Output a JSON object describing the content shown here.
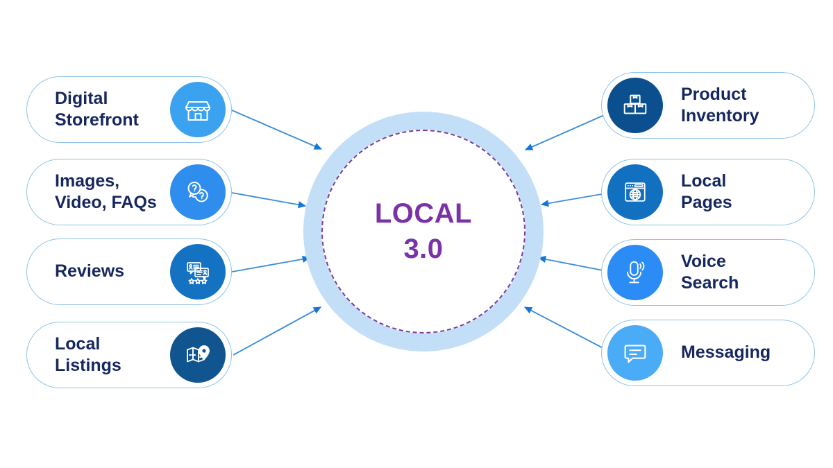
{
  "hub": {
    "line1": "LOCAL",
    "line2": "3.0",
    "text_color": "#7b31a8",
    "ring_color": "#c3dff8",
    "dash_color": "#7b3a9e"
  },
  "theme": {
    "background": "#ffffff",
    "pill_border": "#8ec3e8",
    "pill_fill": "#ffffff",
    "label_color": "#16275f",
    "connector_color": "#2b7fd4"
  },
  "left_items": [
    {
      "label": "Digital\nStorefront",
      "icon": "storefront-icon",
      "icon_color": "#3ba2f0"
    },
    {
      "label": "Images,\nVideo, FAQs",
      "icon": "question-bubbles-icon",
      "icon_color": "#2f8ded"
    },
    {
      "label": "Reviews",
      "icon": "reviews-stars-icon",
      "icon_color": "#1472c3"
    },
    {
      "label": "Local\nListings",
      "icon": "map-pin-icon",
      "icon_color": "#10558f"
    }
  ],
  "right_items": [
    {
      "label": "Product\nInventory",
      "icon": "boxes-icon",
      "icon_color": "#0c4f8e"
    },
    {
      "label": "Local\nPages",
      "icon": "browser-globe-icon",
      "icon_color": "#1270c0"
    },
    {
      "label": "Voice\nSearch",
      "icon": "microphone-icon",
      "icon_color": "#2b8cf5"
    },
    {
      "label": "Messaging",
      "icon": "chat-bubble-icon",
      "icon_color": "#4aabf7"
    }
  ],
  "connectors": [
    {
      "from": "Digital Storefront",
      "to": "hub"
    },
    {
      "from": "Images, Video, FAQs",
      "to": "hub"
    },
    {
      "from": "Reviews",
      "to": "hub"
    },
    {
      "from": "Local Listings",
      "to": "hub"
    },
    {
      "from": "Product Inventory",
      "to": "hub"
    },
    {
      "from": "Local Pages",
      "to": "hub"
    },
    {
      "from": "Voice Search",
      "to": "hub"
    },
    {
      "from": "Messaging",
      "to": "hub"
    }
  ]
}
